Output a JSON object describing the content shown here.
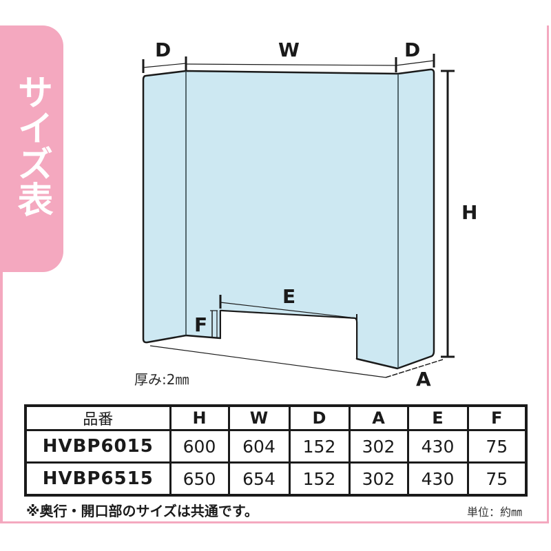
{
  "side_tab": {
    "label": "サイズ表",
    "color": "#f4a8bf"
  },
  "diagram": {
    "labels": {
      "D_left": "D",
      "W": "W",
      "D_right": "D",
      "H": "H",
      "E": "E",
      "F": "F",
      "A": "A"
    },
    "panel_fill": "#cde8f2",
    "thickness_note": "厚み:2㎜"
  },
  "table": {
    "headers": [
      "品番",
      "H",
      "W",
      "D",
      "A",
      "E",
      "F"
    ],
    "rows": [
      [
        "HVBP6015",
        "600",
        "604",
        "152",
        "302",
        "430",
        "75"
      ],
      [
        "HVBP6515",
        "650",
        "654",
        "152",
        "302",
        "430",
        "75"
      ]
    ]
  },
  "footnote": "※奥行・開口部のサイズは共通です。",
  "unit": "単位：約㎜"
}
